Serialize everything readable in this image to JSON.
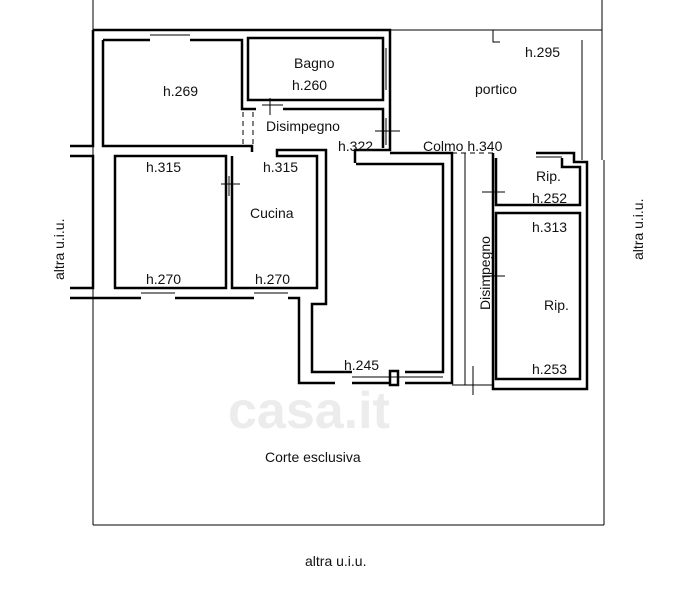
{
  "labels": {
    "room_left_top_height": "h.269",
    "bagno": "Bagno",
    "bagno_height": "h.260",
    "portico": "portico",
    "portico_height": "h.295",
    "disimpegno_top": "Disimpegno",
    "disimpegno_height": "h.322",
    "colmo": "Colmo h.340",
    "room_left_height_top": "h.315",
    "room_left_height_bottom": "h.270",
    "cucina": "Cucina",
    "cucina_height_top": "h.315",
    "cucina_height_bottom": "h.270",
    "big_room_height": "h.245",
    "disimpegno_right": "Disimpegno",
    "rip_small": "Rip.",
    "rip_small_height": "h.252",
    "rip_big": "Rip.",
    "rip_big_height_top": "h.313",
    "rip_big_height_bottom": "h.253",
    "corte": "Corte esclusiva",
    "neighbor_left": "altra u.i.u.",
    "neighbor_right": "altra u.i.u.",
    "neighbor_bottom": "altra u.i.u."
  },
  "watermark": "casa.it"
}
